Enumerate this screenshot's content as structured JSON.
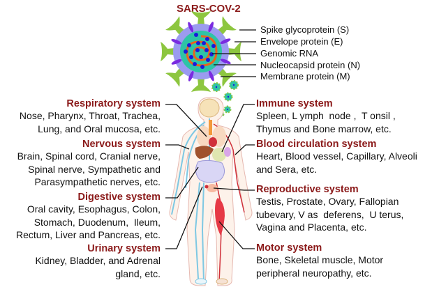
{
  "virus": {
    "title": "SARS-COV-2",
    "labels": [
      "Spike glycoprotein (S)",
      "Envelope protein (E)",
      "Genomic RNA",
      "Nucleocapsid protein (N)",
      "Membrane protein (M)"
    ],
    "colors": {
      "spike": "#8dc63f",
      "envelope_outer": "#9b9bf0",
      "membrane": "#2ec4a6",
      "nucleocapsid": "#1a1adb",
      "rna": "#e8641e",
      "envelope_protein": "#7a2be0"
    }
  },
  "systems": {
    "left": [
      {
        "title": "Respiratory system",
        "lines": [
          "Nose, Pharynx, Throat, Trachea,",
          "Lung, and Oral mucosa, etc."
        ]
      },
      {
        "title": "Nervous system",
        "lines": [
          "Brain, Spinal cord, Cranial nerve,",
          "Spinal nerve, Sympathetic and",
          "Parasympathetic nerves, etc."
        ]
      },
      {
        "title": "Digestive system",
        "lines": [
          "Oral cavity, Esophagus, Colon,",
          "Stomach, Duodenum,  Ileum,",
          "Rectum, Liver and Pancreas, etc."
        ]
      },
      {
        "title": "Urinary system",
        "lines": [
          "Kidney, Bladder, and Adrenal",
          "gland, etc."
        ]
      }
    ],
    "right": [
      {
        "title": "Immune system",
        "lines": [
          "Spleen, L ymph  node ,  T onsil ,",
          "Thymus and Bone marrow, etc."
        ]
      },
      {
        "title": "Blood circulation system",
        "lines": [
          "Heart, Blood vessel, Capillary, Alveoli",
          "and Sera, etc."
        ]
      },
      {
        "title": "Reproductive system",
        "lines": [
          "Testis, Prostate, Ovary, Fallopian",
          "tubevary, V as  deferens,  U terus,",
          "Vagina and Placenta, etc."
        ]
      },
      {
        "title": "Motor system",
        "lines": [
          "Bone, Skeletal muscle, Motor",
          "peripheral neuropathy, etc."
        ]
      }
    ]
  },
  "colors": {
    "heading": "#8b1a1a",
    "text": "#111111",
    "nerves": "#7ec8e3",
    "blood": "#e0303a"
  }
}
